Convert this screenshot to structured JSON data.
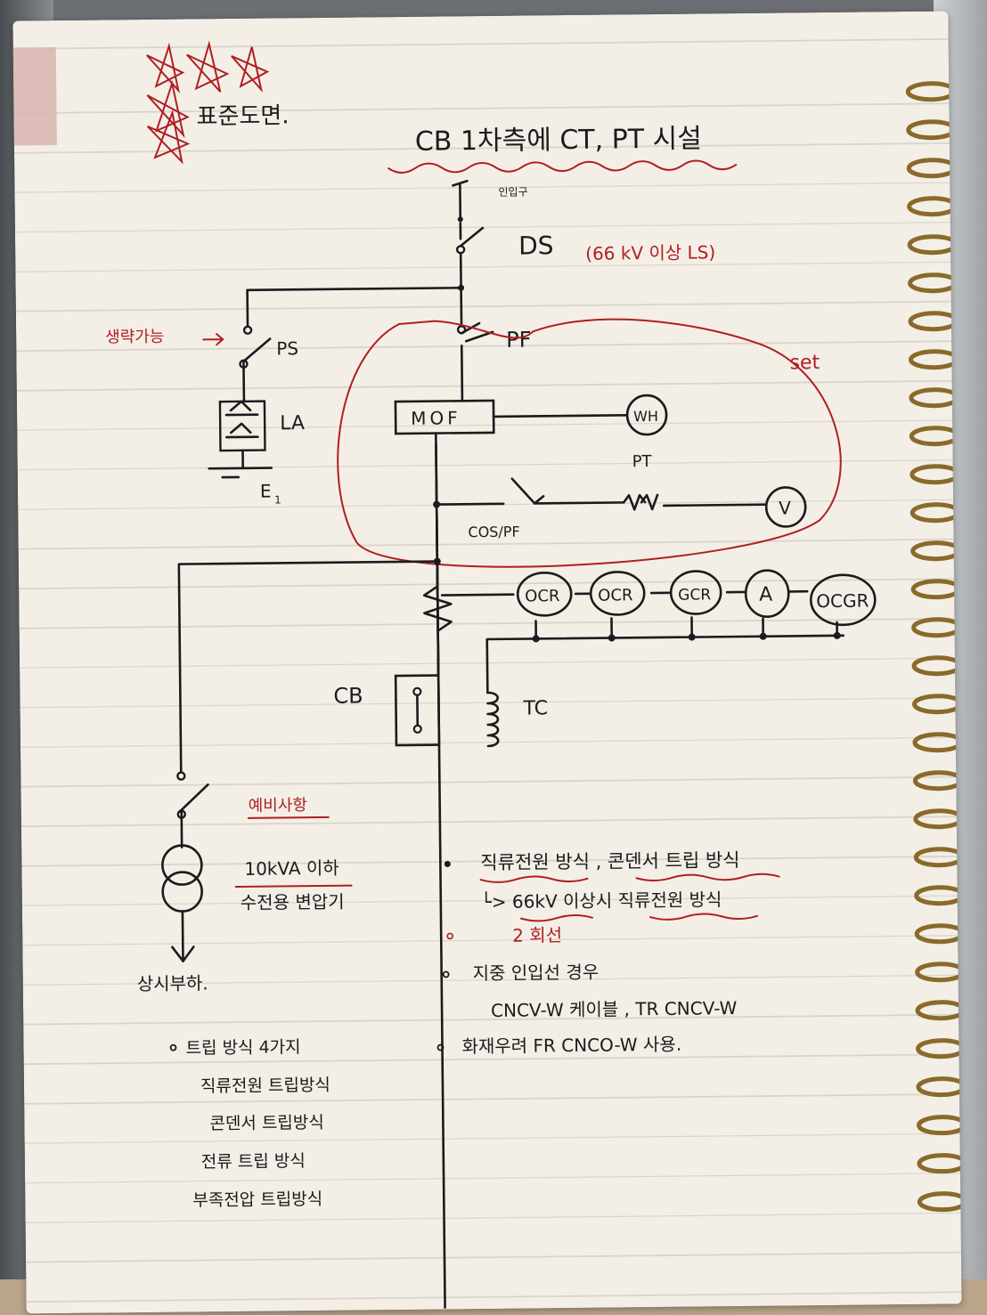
{
  "heading": {
    "label": "표준도면."
  },
  "title": "CB 1차측에 CT, PT 시설",
  "nodes": {
    "intake": "인입구",
    "ds": "DS",
    "ds_note": "(66 kV 이상  LS)",
    "omit_note": "생략가능",
    "ps": "PS",
    "la": "LA",
    "earth": "E",
    "earth_sub": "1",
    "pf": "PF",
    "set_label": "set",
    "mof": "MOF",
    "wh": "WH",
    "pt": "PT",
    "v": "V",
    "cos_pf": "COS/PF",
    "ocr1": "OCR",
    "ocr2": "OCR",
    "gcr": "GCR",
    "a": "A",
    "ocgr": "OCGR",
    "cb": "CB",
    "tc": "TC",
    "spare": "예비사항",
    "tr_line1": "10kVA 이하",
    "tr_line2": "수전용 변압기",
    "load": "상시부하."
  },
  "notes_right": [
    "직류전원 방식  ,  콘덴서 트립 방식",
    "└> 66kV 이상시  직류전원 방식",
    "2 회선",
    "지중 인입선 경우",
    "CNCV-W 케이블  , TR CNCV-W",
    "화재우려 FR CNCO-W 사용."
  ],
  "notes_left": {
    "title": "트립 방식 4가지",
    "items": [
      "직류전원 트립방식",
      "콘덴서 트립방식",
      "전류 트립 방식",
      "부족전압 트립방식"
    ]
  },
  "colors": {
    "ink": "#1b1b1f",
    "red_ink": "#b01e22",
    "paper": "#f3efe6"
  }
}
